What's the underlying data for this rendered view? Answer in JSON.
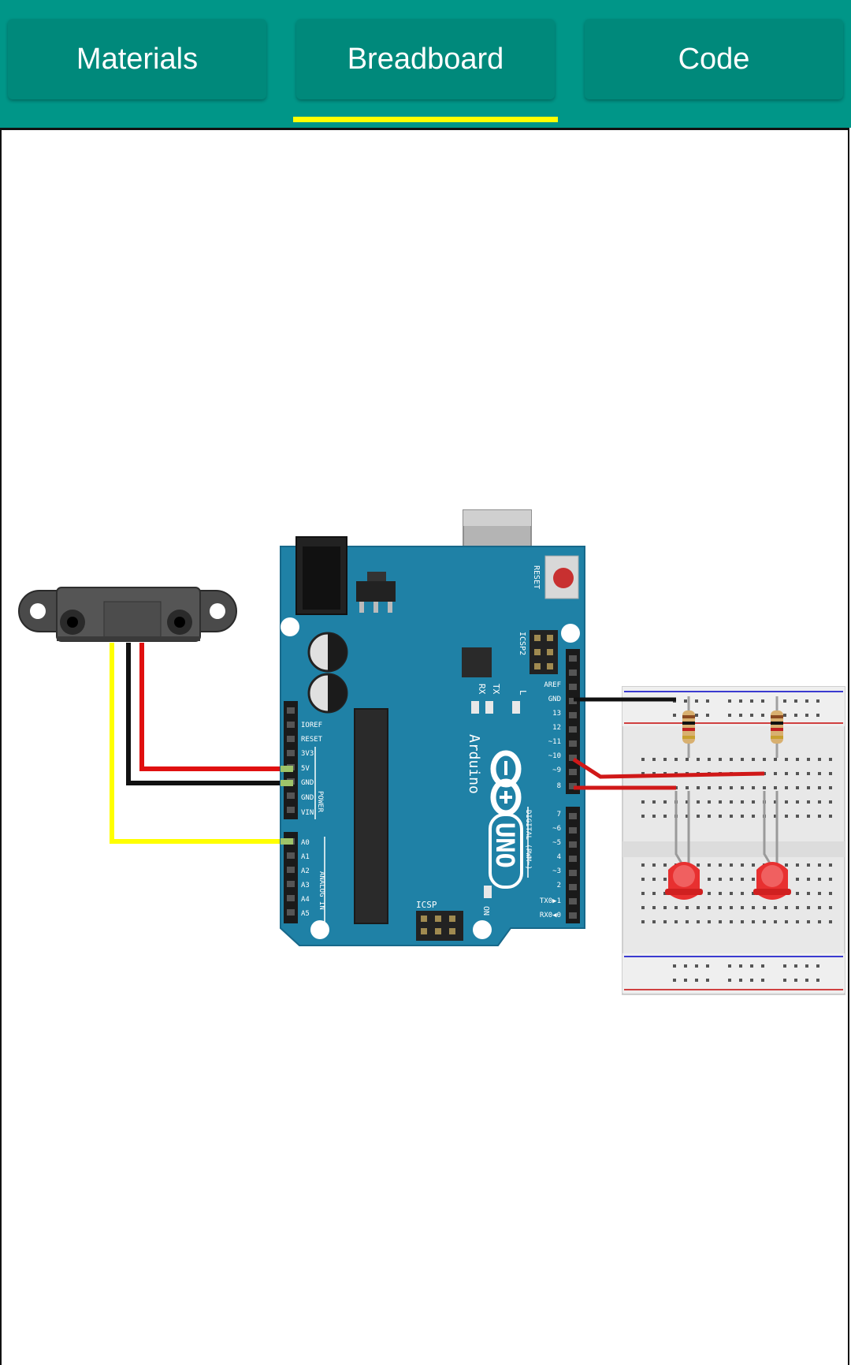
{
  "tabs": [
    {
      "label": "Materials",
      "selected": false
    },
    {
      "label": "Breadboard",
      "selected": true
    },
    {
      "label": "Code",
      "selected": false
    }
  ],
  "colors": {
    "tab_bar": "#009688",
    "indicator": "#ffff00",
    "board": "#1f81a6",
    "wire_red": "#e01010",
    "wire_black": "#111111",
    "wire_yellow": "#ffff00"
  },
  "diagram": {
    "board_name": "UNO",
    "board_brand": "Arduino",
    "reset_label": "RESET",
    "icsp2_label": "ICSP2",
    "icsp_label": "ICSP",
    "digital_label": "DIGITAL (PWM~)",
    "power_label": "POWER",
    "analog_label": "ANALOG IN",
    "on_label": "ON",
    "led_l": "L",
    "tx": "TX",
    "rx": "RX",
    "power_pins": [
      "IOREF",
      "RESET",
      "3V3",
      "5V",
      "GND",
      "GND",
      "VIN"
    ],
    "analog_pins": [
      "A0",
      "A1",
      "A2",
      "A3",
      "A4",
      "A5"
    ],
    "digital_pins_top": [
      "AREF",
      "GND",
      "13",
      "12",
      "~11",
      "~10",
      "~9",
      "8"
    ],
    "digital_pins_bottom": [
      "7",
      "~6",
      "~5",
      "4",
      "~3",
      "2",
      "TX0▶1",
      "RX0◀0"
    ]
  }
}
